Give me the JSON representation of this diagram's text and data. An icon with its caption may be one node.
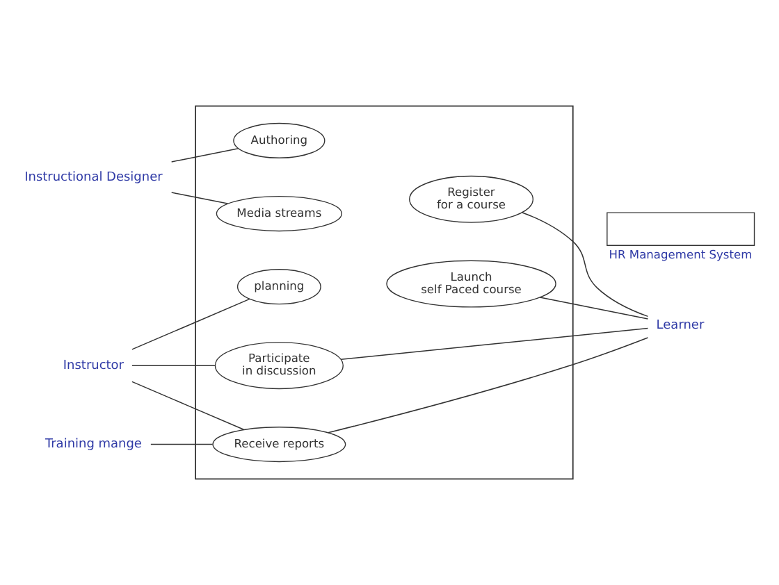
{
  "diagram": {
    "nodes": [
      {
        "text": [],
        "shape": "box"
      },
      {
        "text": [
          "Instructional Designer"
        ]
      },
      {
        "text": [
          "Authoring"
        ],
        "in": 0
      },
      {
        "text": [
          "Register for a course"
        ],
        "in": 0
      },
      {
        "text": [
          "Learner"
        ]
      },
      {
        "text": [
          "Media streams"
        ],
        "in": 0
      },
      {
        "text": [
          "Launch self Paced course"
        ],
        "in": 0
      },
      {
        "text": [
          "Instructor"
        ]
      },
      {
        "text": [
          "planning"
        ],
        "in": 0
      },
      {
        "text": [
          "Participate in discussion"
        ],
        "in": 0
      },
      {
        "text": [
          "Training mange"
        ]
      },
      {
        "text": [
          "Receive reports"
        ],
        "in": 0
      },
      {
        "text": [
          "HR Management System"
        ]
      }
    ],
    "edges": [
      {
        "from": 1,
        "to": 2,
        "arrow": "none"
      },
      {
        "from": 1,
        "to": 5,
        "arrow": "none"
      },
      {
        "from": 3,
        "to": 4,
        "arrow": "none"
      },
      {
        "from": 6,
        "to": 4,
        "arrow": "none"
      },
      {
        "from": 7,
        "to": 8,
        "arrow": "none"
      },
      {
        "from": 7,
        "to": 9,
        "arrow": "none"
      },
      {
        "from": 7,
        "to": 11,
        "arrow": "none"
      },
      {
        "from": 9,
        "to": 4,
        "arrow": "none"
      },
      {
        "from": 10,
        "to": 11,
        "arrow": "none"
      },
      {
        "from": 11,
        "to": 4,
        "arrow": "none"
      }
    ]
  }
}
